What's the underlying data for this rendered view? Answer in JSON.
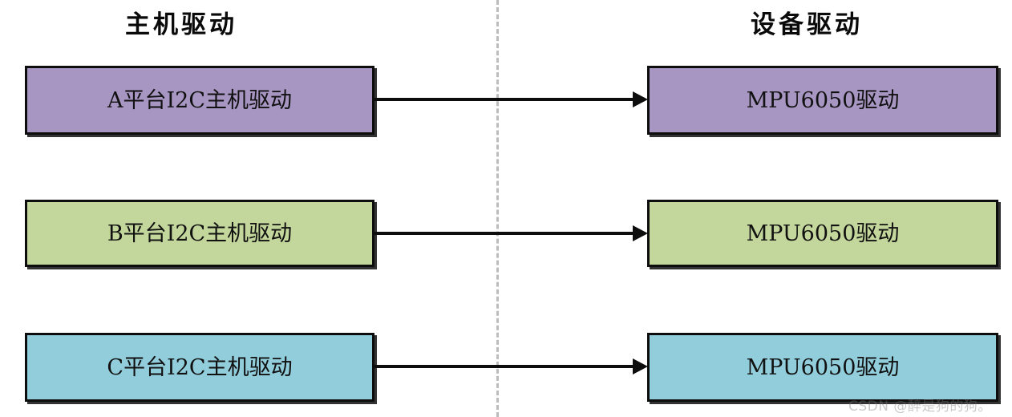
{
  "diagram": {
    "columns": [
      {
        "id": "host",
        "title": "主机驱动"
      },
      {
        "id": "device",
        "title": "设备驱动"
      }
    ],
    "divider": {
      "style": "dashed",
      "color": "#bcbcbc"
    },
    "rows": [
      {
        "color": "#a795c2",
        "host_label": "A平台I2C主机驱动",
        "device_label": "MPU6050驱动",
        "connector": "arrow-right"
      },
      {
        "color": "#c3d69b",
        "host_label": "B平台I2C主机驱动",
        "device_label": "MPU6050驱动",
        "connector": "arrow-right"
      },
      {
        "color": "#92cddc",
        "host_label": "C平台I2C主机驱动",
        "device_label": "MPU6050驱动",
        "connector": "arrow-right"
      }
    ],
    "watermark": "CSDN @醉是狗的狗。",
    "palette": {
      "purple": "#a795c2",
      "green": "#c3d69b",
      "blue": "#92cddc",
      "stroke": "#0d0d0d",
      "background": "#ffffff"
    }
  }
}
